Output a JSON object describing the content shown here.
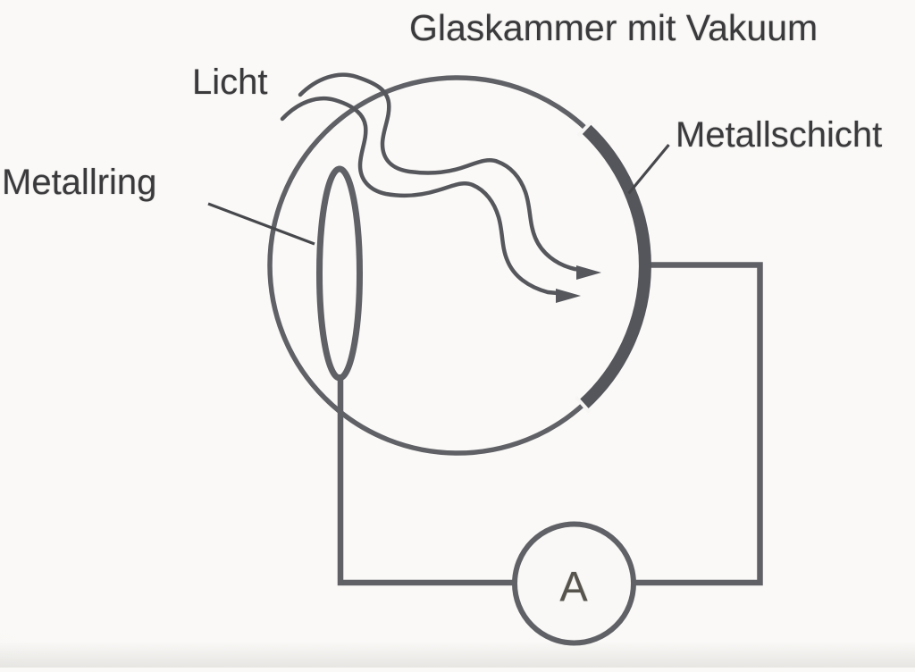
{
  "title": "Glaskammer mit Vakuum",
  "labels": {
    "light": "Licht",
    "metal_ring": "Metallring",
    "metal_layer": "Metallschicht",
    "ammeter": "A"
  },
  "colors": {
    "background": "#f7f6f4",
    "line": "#5f6166",
    "wave": "#55575c",
    "layer": "#54565c",
    "pointer": "#46484c",
    "text": "#3a3a3c",
    "ammeter_letter": "#57544d"
  }
}
